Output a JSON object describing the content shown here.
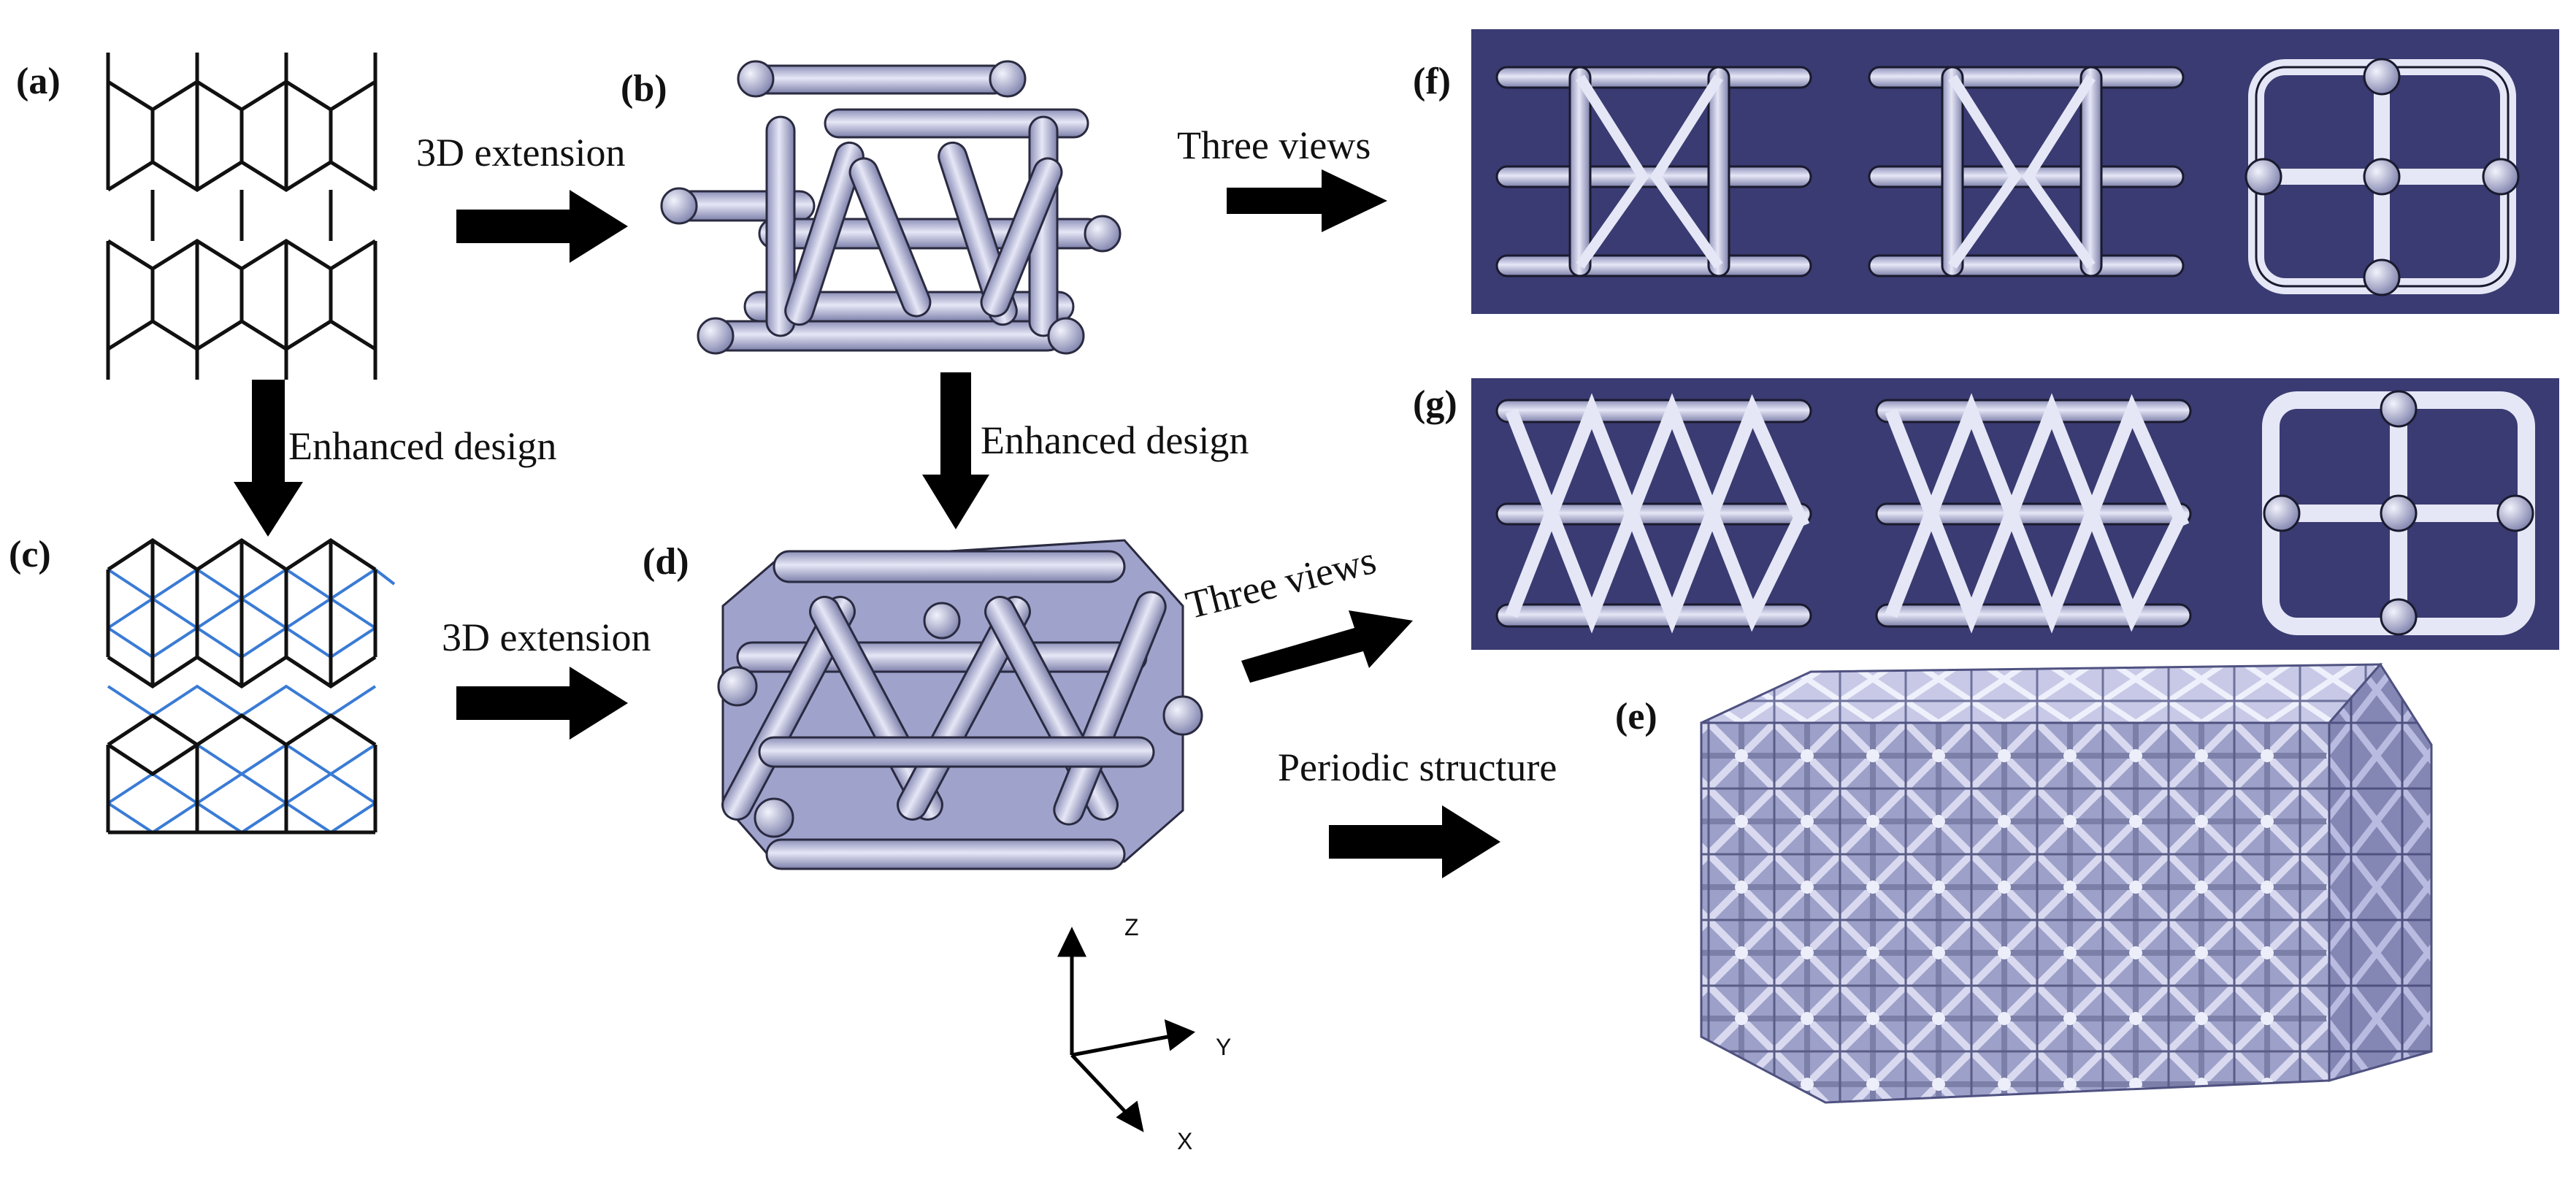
{
  "panels": {
    "a": "(a)",
    "b": "(b)",
    "c": "(c)",
    "d": "(d)",
    "e": "(e)",
    "f": "(f)",
    "g": "(g)"
  },
  "steps": {
    "ext_top": "3D extension",
    "ext_bottom": "3D extension",
    "enh_left": "Enhanced design",
    "enh_right": "Enhanced design",
    "three_views_top": "Three views",
    "three_views_bottom": "Three views",
    "periodic": "Periodic structure"
  },
  "axes": {
    "z": "Z",
    "y": "Y",
    "x": "X"
  },
  "colors": {
    "strut": "#b7b9dc",
    "strut_edge": "#2a2a40",
    "view_bg": "#3a3b72",
    "blue_line": "#3a7bd5",
    "arrow": "#000000"
  }
}
